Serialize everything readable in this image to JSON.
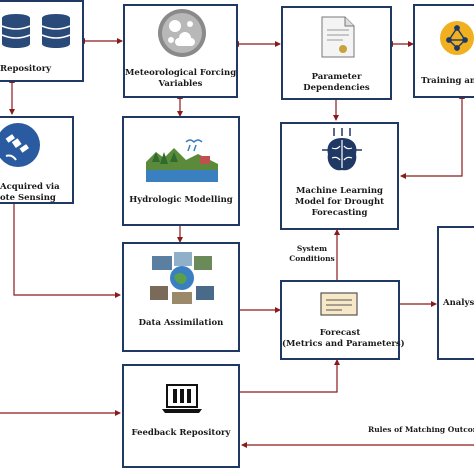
{
  "nodes": {
    "repository": "Repository",
    "meteorological": [
      "Meteorological Forcing",
      "Variables"
    ],
    "parameter": [
      "Parameter",
      "Dependencies"
    ],
    "training": "Training and",
    "remote_sensing": [
      "Acquired via",
      "ote Sensing"
    ],
    "hydrologic": "Hydrologic Modelling",
    "ml_model": [
      "Machine Learning",
      "Model for Drought",
      "Forecasting"
    ],
    "data_assimilation": "Data Assimilation",
    "forecast": [
      "Forecast",
      "(Metrics and Parameters)"
    ],
    "analysis": "Analys",
    "feedback": "Feedback Repository"
  },
  "edge_labels": {
    "system_conditions": [
      "System",
      "Conditions"
    ],
    "rules_matching": "Rules of Matching Outcome"
  },
  "colors": {
    "box_border": "#1f3864",
    "arrow": "#8b1a1a",
    "icon_blue": "#2a4a7a",
    "gear_yellow": "#f0b020"
  }
}
